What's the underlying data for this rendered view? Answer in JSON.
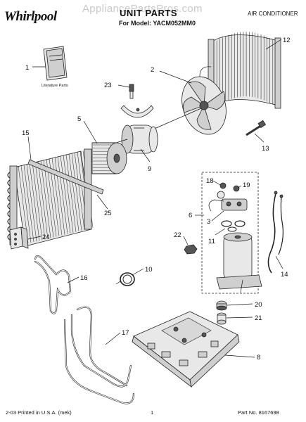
{
  "header": {
    "brand": "Whirlpool",
    "trademark": "®",
    "title": "UNIT PARTS",
    "model_line": "For Model: YACM052MM0",
    "category": "AIR CONDITIONER",
    "watermark": "AppliancePartsPros.com"
  },
  "footer": {
    "left": "2-03 Printed in U.S.A. (mek)",
    "center": "1",
    "right": "Part No. 8167698"
  },
  "parts": {
    "literature_caption": "Literature Parts",
    "callouts": [
      "1",
      "2",
      "3",
      "5",
      "6",
      "8",
      "9",
      "10",
      "11",
      "12",
      "13",
      "14",
      "15",
      "16",
      "17",
      "18",
      "19",
      "20",
      "21",
      "22",
      "23",
      "24",
      "25"
    ]
  }
}
